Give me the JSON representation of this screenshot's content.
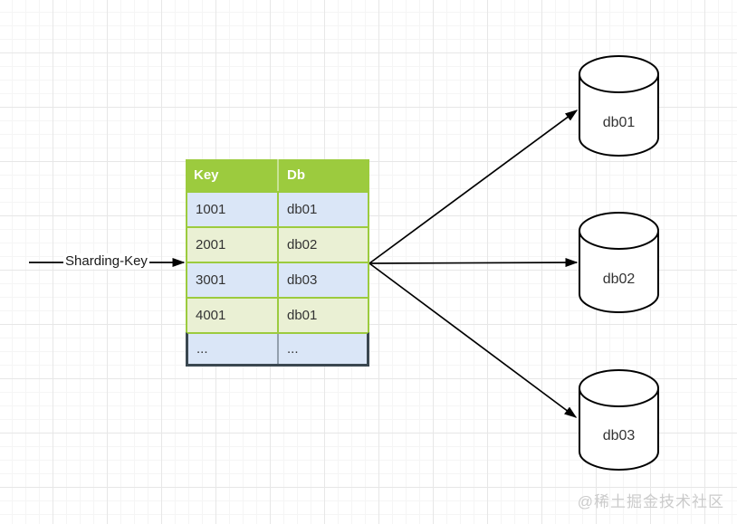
{
  "diagram": {
    "input_label": "Sharding-Key",
    "table": {
      "headers": [
        "Key",
        "Db"
      ],
      "rows": [
        {
          "key": "1001",
          "db": "db01"
        },
        {
          "key": "2001",
          "db": "db02"
        },
        {
          "key": "3001",
          "db": "db03"
        },
        {
          "key": "4001",
          "db": "db01"
        },
        {
          "key": "...",
          "db": "..."
        }
      ]
    },
    "databases": [
      "db01",
      "db02",
      "db03"
    ]
  },
  "watermark": "@稀土掘金技术社区",
  "colors": {
    "table_header_green": "#9CCB3E",
    "row_blue": "#DAE6F7",
    "row_cream": "#EAF0D4",
    "selected_row_border": "#3A4750",
    "connector_black": "#000000",
    "cylinder_fill": "#FFFFFF",
    "watermark_gray": "#CBCBCB"
  }
}
